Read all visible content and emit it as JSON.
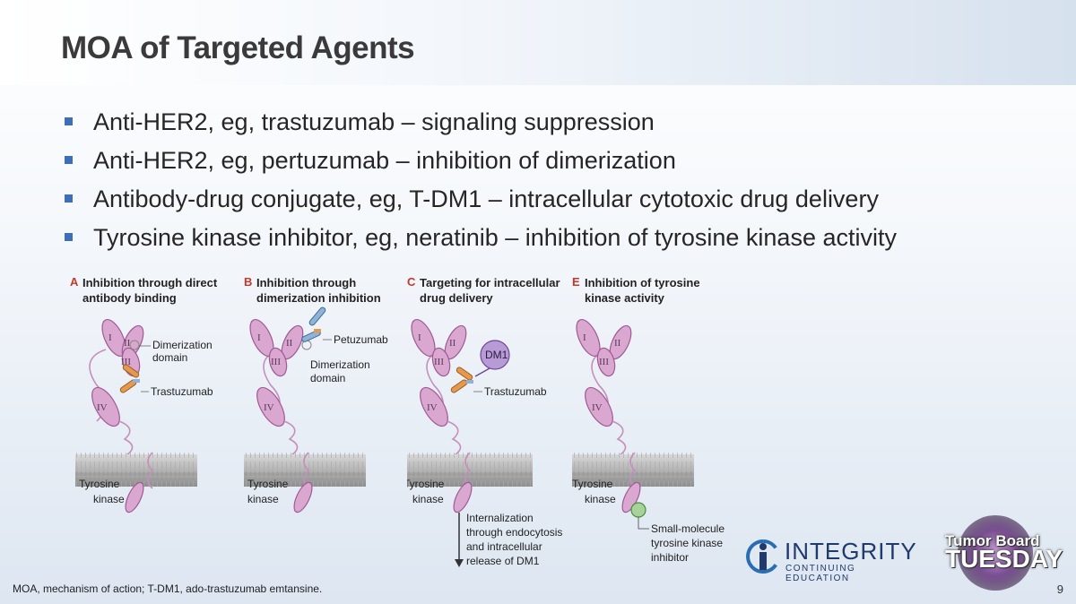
{
  "title": "MOA of Targeted Agents",
  "bullets": [
    "Anti-HER2, eg, trastuzumab – signaling suppression",
    "Anti-HER2, eg, pertuzumab – inhibition of dimerization",
    "Antibody-drug conjugate, eg, T-DM1 – intracellular cytotoxic drug delivery",
    "Tyrosine kinase inhibitor, eg, neratinib – inhibition of tyrosine kinase activity"
  ],
  "panels": [
    {
      "letter": "A",
      "heading": "Inhibition through direct antibody binding",
      "labels": {
        "dimerization": "Dimerization",
        "domain": "domain",
        "drug": "Trastuzumab",
        "tk1": "Tyrosine",
        "tk2": "kinase"
      }
    },
    {
      "letter": "B",
      "heading": "Inhibition through dimerization inhibition",
      "labels": {
        "drug": "Petuzumab",
        "dimerization": "Dimerization",
        "domain": "domain",
        "tk1": "Tyrosine",
        "tk2": "kinase"
      }
    },
    {
      "letter": "C",
      "heading": "Targeting for intracellular drug delivery",
      "labels": {
        "payload": "DM1",
        "drug": "Trastuzumab",
        "tk1": "Tyrosine",
        "tk2": "kinase",
        "intern1": "Internalization",
        "intern2": "through endocytosis",
        "intern3": "and intracellular",
        "intern4": "release of DM1"
      }
    },
    {
      "letter": "E",
      "heading": "Inhibition of tyrosine kinase activity",
      "labels": {
        "tk1": "Tyrosine",
        "tk2": "kinase",
        "inh1": "Small-molecule",
        "inh2": "tyrosine kinase",
        "inh3": "inhibitor"
      }
    }
  ],
  "domains": [
    "I",
    "II",
    "III",
    "IV"
  ],
  "footnote": "MOA, mechanism of action; T-DM1, ado-trastuzumab emtansine.",
  "page_number": "9",
  "logos": {
    "integrity_name": "INTEGRITY",
    "integrity_sub": "CONTINUING EDUCATION",
    "tbt_line1": "Tumor Board",
    "tbt_line2": "TUESDAY"
  },
  "colors": {
    "accent": "#3d6fb8",
    "panel_letter": "#c0392b",
    "receptor": "#d9a7cf",
    "antibody": "#e39a4e"
  }
}
